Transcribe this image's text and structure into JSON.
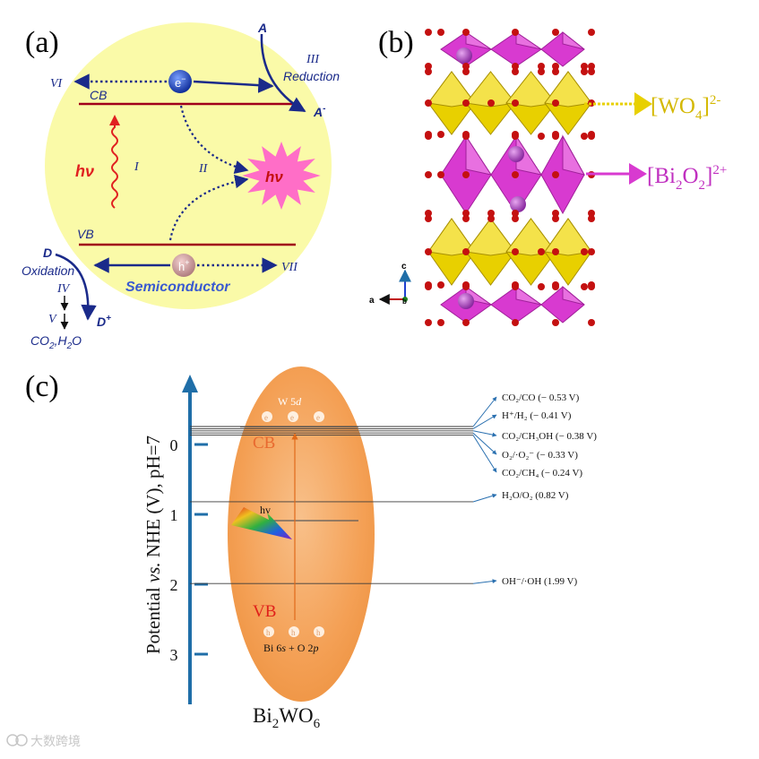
{
  "panel_a": {
    "label": "(a)",
    "electron": "e",
    "electron_sup": "−",
    "hole": "h",
    "hole_sup": "+",
    "cb": "CB",
    "vb": "VB",
    "roman_I": "I",
    "roman_II": "II",
    "roman_III": "III",
    "roman_IV": "IV",
    "roman_V": "V",
    "roman_VI": "VI",
    "roman_VII": "VII",
    "reduction": "Reduction",
    "oxidation": "Oxidation",
    "species_A": "A",
    "species_A_minus": "A",
    "species_A_minus_sup": "-",
    "species_D": "D",
    "species_D_plus": "D",
    "species_D_plus_sup": "+",
    "products": "CO",
    "products_sub": "2",
    "products_tail": ",H",
    "products_sub2": "2",
    "products_end": "O",
    "hv_left": "hν",
    "hv_star": "hν",
    "semiconductor": "Semiconductor",
    "colors": {
      "circle": "#fafaa8",
      "band_line": "#a0001a",
      "arrow": "#1a2a8a",
      "electron": "#1a3fb5",
      "star": "#ff6ec7",
      "hv_red": "#e02020"
    }
  },
  "panel_b": {
    "label": "(b)",
    "wo4": "[WO",
    "wo4_sub": "4",
    "wo4_end": "]",
    "wo4_sup": "2-",
    "bi2o2": "[Bi",
    "bi2o2_sub1": "2",
    "bi2o2_mid": "O",
    "bi2o2_sub2": "2",
    "bi2o2_end": "]",
    "bi2o2_sup": "2+",
    "axis_c": "c",
    "axis_a": "a",
    "axis_b": "b",
    "colors": {
      "wo4": "#e8d000",
      "bi2o2": "#d83ad0",
      "oxygen": "#c41010",
      "bi_atom": "#b040c0"
    }
  },
  "panel_c": {
    "label": "(c)",
    "ylabel_pre": "Potential ",
    "ylabel_vs": "vs.",
    "ylabel_post": " NHE (V), pH=7",
    "ticks": [
      "0",
      "1",
      "2",
      "3"
    ],
    "tick_values": [
      0,
      1,
      2,
      3
    ],
    "w5d": "W 5",
    "w5d_d": "d",
    "cb": "CB",
    "vb": "VB",
    "hv": "hv",
    "bi_orbital_a": "Bi 6",
    "bi_orbital_s": "s",
    "bi_orbital_b": " + O 2",
    "bi_orbital_p": "p",
    "compound": "Bi",
    "compound_sub1": "2",
    "compound_mid": "WO",
    "compound_sub2": "6",
    "electron": "e",
    "hole": "h",
    "cb_level": -0.25,
    "vb_level": 2.5,
    "couples": [
      {
        "potential": -0.53,
        "label": "CO₂/CO (− 0.53 V)"
      },
      {
        "potential": -0.41,
        "label": "H⁺/H₂ (− 0.41 V)"
      },
      {
        "potential": -0.38,
        "label": "CO₂/CH₃OH (− 0.38 V)"
      },
      {
        "potential": -0.33,
        "label": "O₂/·O₂⁻ (− 0.33 V)"
      },
      {
        "potential": -0.24,
        "label": "CO₂/CH₄ (− 0.24 V)"
      },
      {
        "potential": 0.82,
        "label": "H₂O/O₂ (0.82 V)"
      },
      {
        "potential": 1.99,
        "label": "OH⁻/·OH (1.99 V)"
      }
    ],
    "colors": {
      "axis": "#1f6ea8",
      "ellipse": "#f4a055",
      "band_text": "#e05a1a",
      "line": "#404040"
    }
  },
  "watermark": "大数跨境"
}
